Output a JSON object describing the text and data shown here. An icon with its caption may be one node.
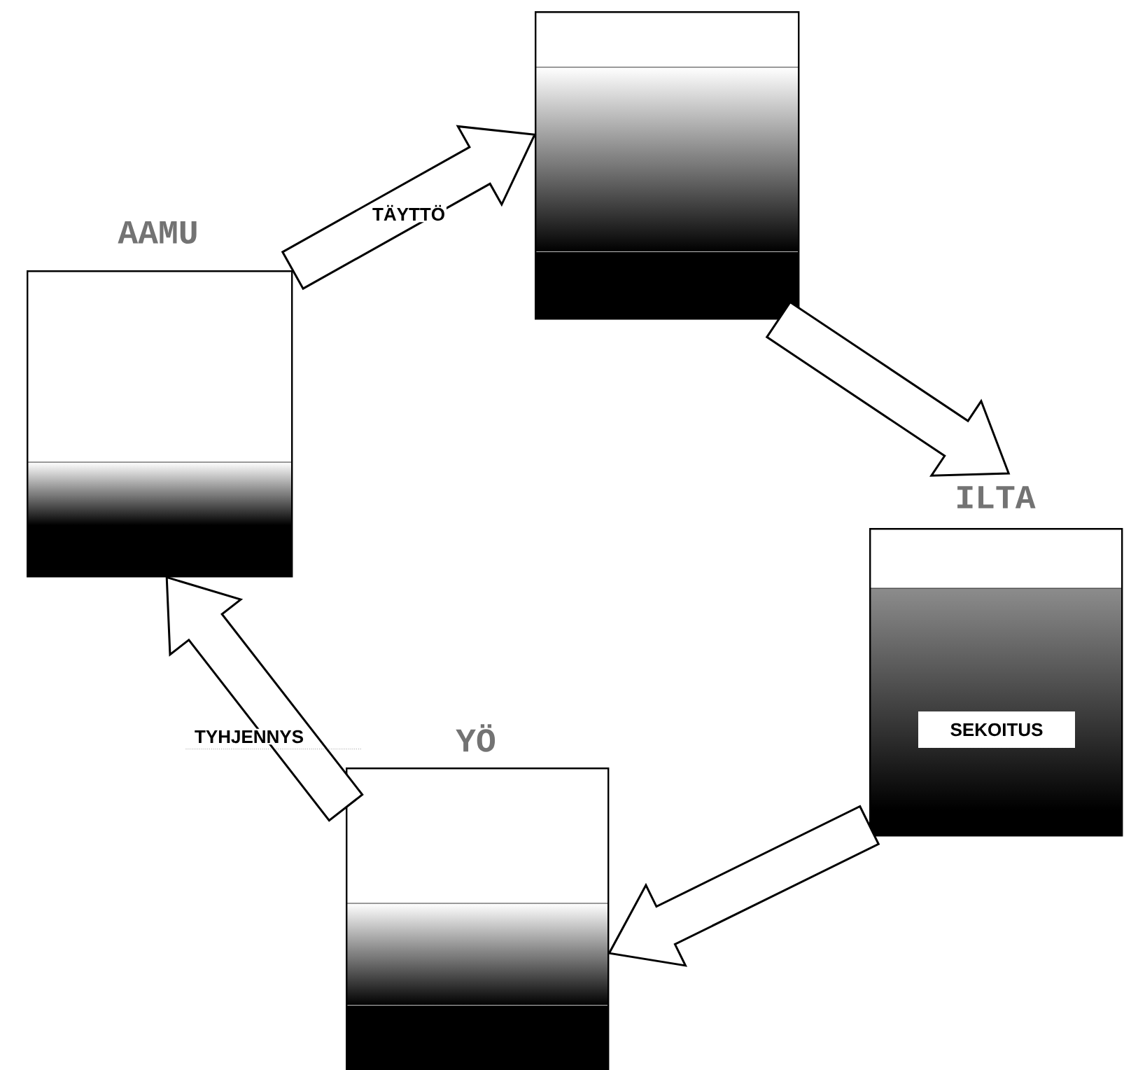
{
  "diagram": {
    "nodes": [
      {
        "text": [
          "AAMU"
        ]
      },
      {
        "text": [],
        "shape": "box"
      },
      {
        "text": [
          "ILTA",
          "SEKOITUS"
        ]
      },
      {
        "text": [
          "YÖ"
        ]
      }
    ],
    "edges": [
      {
        "from": 0,
        "to": 1,
        "arrow": "to",
        "label": "TÄYTTÖ"
      },
      {
        "from": 1,
        "to": 2,
        "arrow": "to"
      },
      {
        "from": 2,
        "to": 3,
        "arrow": "to"
      },
      {
        "from": 3,
        "to": 0,
        "arrow": "to",
        "label": "TYHJENNYS"
      }
    ]
  }
}
